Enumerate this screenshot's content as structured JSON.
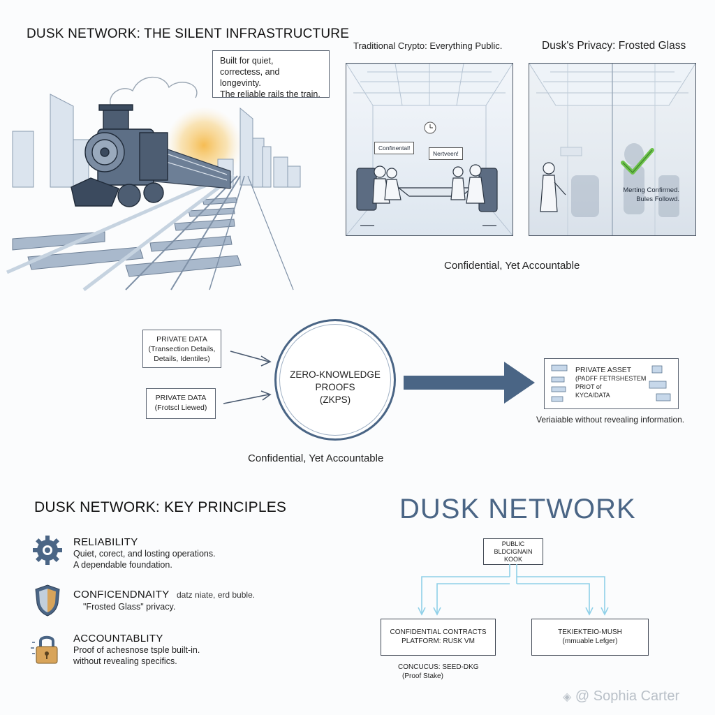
{
  "header": {
    "title": "DUSK NETWORK: THE SILENT INFRASTRUCTURE",
    "note": [
      "Built for quiet,",
      "correctess, and longevinty.",
      "The reliable rails the train."
    ]
  },
  "privacy": {
    "traditional_label": "Traditional Crypto: Everything Public.",
    "dusk_label": "Dusk's Privacy: Frosted Glass",
    "bubble_1": "Confinental!",
    "bubble_2": "Nertveen!",
    "verified_1": "Merting Confirmed.",
    "verified_2": "Bules Followd.",
    "caption": "Confidential, Yet Accountable"
  },
  "zkp": {
    "input_1": {
      "title": "PRIVATE DATA",
      "lines": [
        "(Transection Details,",
        "Details, Identiles)"
      ]
    },
    "input_2": {
      "title": "PRIVATE DATA",
      "lines": [
        "(Frotscl Liewed)"
      ]
    },
    "circle": [
      "ZERO-KNOWLEDGE",
      "PROOFS",
      "(ZKPS)"
    ],
    "output": {
      "title": "PRIVATE ASSET",
      "lines": [
        "(PADFF FETRSHESTEM",
        "PRIOT of",
        "KYCA/DATA"
      ]
    },
    "output_caption": "Veriaiable without revealing information.",
    "caption": "Confidential, Yet Accountable"
  },
  "principles": {
    "title": "DUSK NETWORK: KEY PRINCIPLES",
    "items": [
      {
        "icon": "gear-icon",
        "title": "RELIABILITY",
        "lines": [
          "Quiet, corect, and losting operations.",
          "A dependable foundation."
        ]
      },
      {
        "icon": "shield-icon",
        "title": "CONFICENDNAITY",
        "extra": "datz niate, erd buble.",
        "lines": [
          "\"Frosted Glass\" privacy."
        ]
      },
      {
        "icon": "lock-icon",
        "title": "ACCOUNTABLITY",
        "lines": [
          "Proof of achesnose tsple built-in.",
          "without revealing specifics."
        ]
      }
    ]
  },
  "network": {
    "logo": "DUSK NETWORK",
    "root": [
      "PUBLIC",
      "BLDCIGNAIN",
      "KOOK"
    ],
    "left": [
      "CONFIDENTIAL CONTRACTS",
      "PLATFORM: RUSK VM"
    ],
    "right": [
      "TEKIEKTEIO-MUSH",
      "(mmuable Lefger)"
    ],
    "consensus": [
      "CONCUCUS: SEED-DKG",
      "(Proof Stake)"
    ]
  },
  "watermark": "@ Sophia Carter",
  "colors": {
    "accent": "#4a6585",
    "check": "#6cc24a",
    "sun": "#f0b34a",
    "connector": "#8fd0e8"
  }
}
